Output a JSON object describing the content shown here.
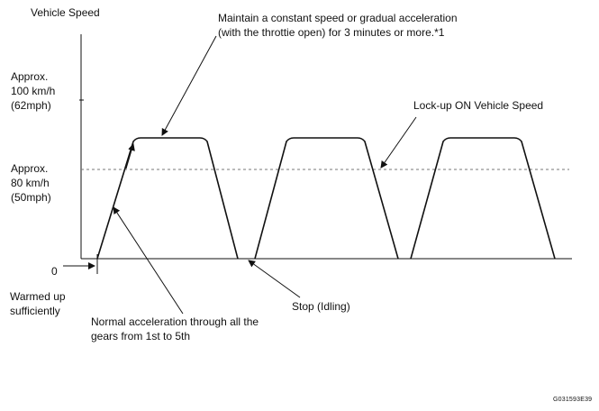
{
  "y_axis_label": "Vehicle Speed",
  "y_labels": {
    "high": [
      "Approx.",
      "100 km/h",
      "(62mph)"
    ],
    "mid": [
      "Approx.",
      "80 km/h",
      "(50mph)"
    ],
    "zero": "0"
  },
  "annotations": {
    "constant_speed": [
      "Maintain a constant speed or gradual acceleration",
      "(with the throttie open) for 3 minutes or more.*1"
    ],
    "lockup": "Lock-up ON Vehicle Speed",
    "warmed_up": [
      "Warmed up",
      "sufficiently"
    ],
    "stop": "Stop (Idling)",
    "normal_accel": [
      "Normal acceleration through all the",
      "gears from 1st to 5th"
    ]
  },
  "figure_code": "G031593E39"
}
